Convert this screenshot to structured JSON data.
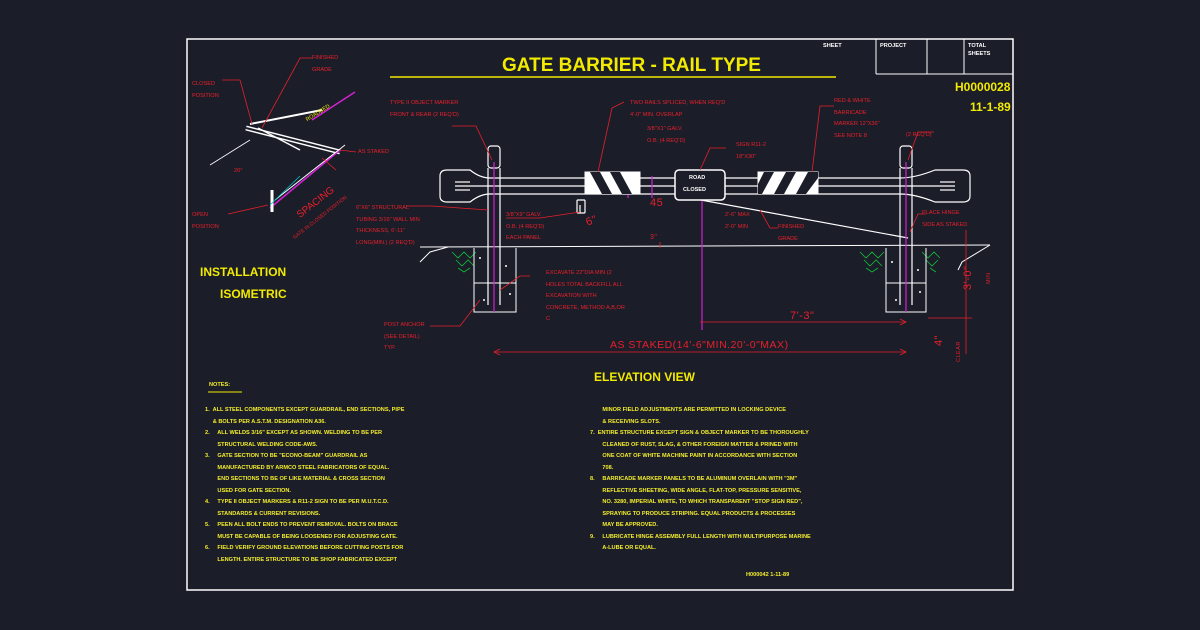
{
  "title_block": {
    "title": "GATE BARRIER - RAIL TYPE",
    "sheet_label": "SHEET",
    "project_label": "PROJECT",
    "total_sheets_label": "TOTAL SHEETS",
    "drawing_number": "H0000028",
    "date": "11-1-89"
  },
  "isometric": {
    "heading_1": "INSTALLATION",
    "heading_2": "ISOMETRIC",
    "labels": {
      "finished_grade": "FINISHED GRADE",
      "closed_position": "CLOSED POSITION",
      "roadbed": "ROADBED",
      "as_staked": "AS STAKED",
      "angle": "20°",
      "open_position": "OPEN POSITION",
      "spacing": "SPACING",
      "gate_closed_position": "GATE IN CLOSED POSITION"
    }
  },
  "elevation": {
    "heading": "ELEVATION VIEW",
    "callouts": {
      "object_marker": "TYPE II OBJECT MARKER FRONT & REAR (2 REQ'D)",
      "rails_spliced": "TWO RAILS SPLICED, WHEN REQ'D 4'-0\" MIN. OVERLAP",
      "galv_ob": "3/8\"X1\" GALV. O.B. (4 REQ'D)",
      "sign": "SIGN R11-2 18\"X30\"",
      "barricade_marker": "RED & WHITE BARRICADE MARKER 12\"X36\" SEE NOTE 8",
      "two_reqd": "(2 REQ'D)",
      "tubing": "6\"X6\" STRUCTURAL TUBING 3/16\" WALL MIN THICKNESS, 6'-11\" LONG(MIN.) (2 REQ'D)",
      "galv_2": "3/8\"X9\" GALV. O.B. (4 REQ'D) EACH PANEL",
      "max_min": "2'-6\" MAX 2'-0\" MIN",
      "finished_grade": "FINISHED GRADE",
      "hinge": "PLACE HINGE SIDE AS STAKED",
      "excavate": "EXCAVATE 22\"DIA MIN (2 HOLES TOTAL BACKFILL ALL EXCAVATION WITH CONCRETE, METHOD A,B,OR C",
      "post_anchor": "POST ANCHOR (SEE DETAIL) TYP."
    },
    "sign_text_1": "ROAD",
    "sign_text_2": "CLOSED",
    "dimensions": {
      "six_in": "6\"",
      "forty_five": "45",
      "three_in": "3\"",
      "seven_three": "7'-3\"",
      "as_staked": "AS STAKED(14'-6\"MIN.20'-0\"MAX)",
      "three_zero": "3'-0\"",
      "min": "MIN",
      "four_in": "4\"",
      "clear": "CLEAR"
    }
  },
  "notes": {
    "heading": "NOTES:",
    "left": [
      "1.  ALL STEEL COMPONENTS EXCEPT GUARDRAIL, END SECTIONS, PIPE",
      "     & BOLTS PER A.S.T.M. DESIGNATION A36.",
      "2.     ALL WELDS 3/16\" EXCEPT AS SHOWN. WELDING TO BE PER",
      "        STRUCTURAL WELDING CODE-AWS.",
      "3.     GATE SECTION TO BE \"ECONO-BEAM\" GUARDRAIL AS",
      "        MANUFACTURED BY ARMCO STEEL FABRICATORS OF EQUAL.",
      "        END SECTIONS TO BE OF LIKE MATERIAL & CROSS SECTION",
      "        USED FOR GATE SECTION.",
      "4.     TYPE II OBJECT MARKERS & R11-2 SIGN TO BE PER M.U.T.C.D.",
      "        STANDARDS & CURRENT REVISIONS.",
      "5.     PEEN ALL BOLT ENDS TO PREVENT REMOVAL. BOLTS ON BRACE",
      "        MUST BE CAPABLE OF BEING LOOSENED FOR ADJUSTING GATE.",
      "6.     FIELD VERIFY GROUND ELEVATIONS BEFORE CUTTING POSTS FOR",
      "        LENGTH. ENTIRE STRUCTURE TO BE SHOP FABRICATED EXCEPT"
    ],
    "right": [
      "        MINOR FIELD ADJUSTMENTS ARE PERMITTED IN LOCKING DEVICE",
      "        & RECEIVING SLOTS.",
      "7.  ENTIRE STRUCTURE EXCEPT SIGN & OBJECT MARKER TO BE THOROUGHLY",
      "        CLEANED OF RUST, SLAG, & OTHER FOREIGN MATTER & PRINED WITH",
      "        ONE COAT OF WHITE MACHINE PAINT IN ACCORDANCE WITH SECTION",
      "        708.",
      "8.     BARRICADE MARKER PANELS TO BE ALUMINUM OVERLAIN WITH \"3M\"",
      "        REFLECTIVE SHEETING, WIDE ANGLE, FLAT-TOP, PRESSURE SENSITIVE,",
      "        NO. 3280, IMPERIAL WHITE, TO WHICH TRANSPARENT \"STOP SIGN RED\",",
      "        SPRAYING TO PRODUCE STRIPING. EQUAL PRODUCTS & PROCESSES",
      "        MAY BE APPROVED.",
      "9.     LUBRICATE HINGE ASSEMBLY FULL LENGTH WITH MULTIPURPOSE MARINE",
      "        A-LUBE OR EQUAL."
    ],
    "footer_ref": "H000042  1-11-89"
  }
}
